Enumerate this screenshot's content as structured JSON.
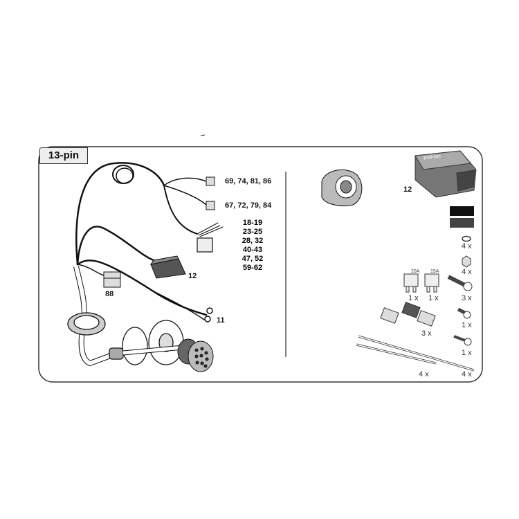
{
  "title": "13-pin",
  "harness_labels": {
    "connector_a": "69, 74, 81, 86",
    "connector_b": "67, 72, 79, 84",
    "connector_c_list": [
      "18-19",
      "23-25",
      "28, 32",
      "40-43",
      "47, 52",
      "59-62"
    ],
    "module_connector": "12",
    "connector_88": "88",
    "ground_terminals": "11"
  },
  "parts": {
    "module_label": "12",
    "module_brand": "trail-tec",
    "washers_qty": "4 x",
    "nuts_qty": "4 x",
    "fuse_20a_rating": "20A",
    "fuse_15a_rating": "15A",
    "fuse_20a_qty": "1 x",
    "fuse_15a_qty": "1 x",
    "bolts_qty": "3 x",
    "short_screw_qty": "1 x",
    "splice_connectors_qty": "3 x",
    "self_tapping_screw_qty": "1 x",
    "cable_tie_short_qty": "4 x",
    "cable_tie_long_qty": "4 x"
  }
}
